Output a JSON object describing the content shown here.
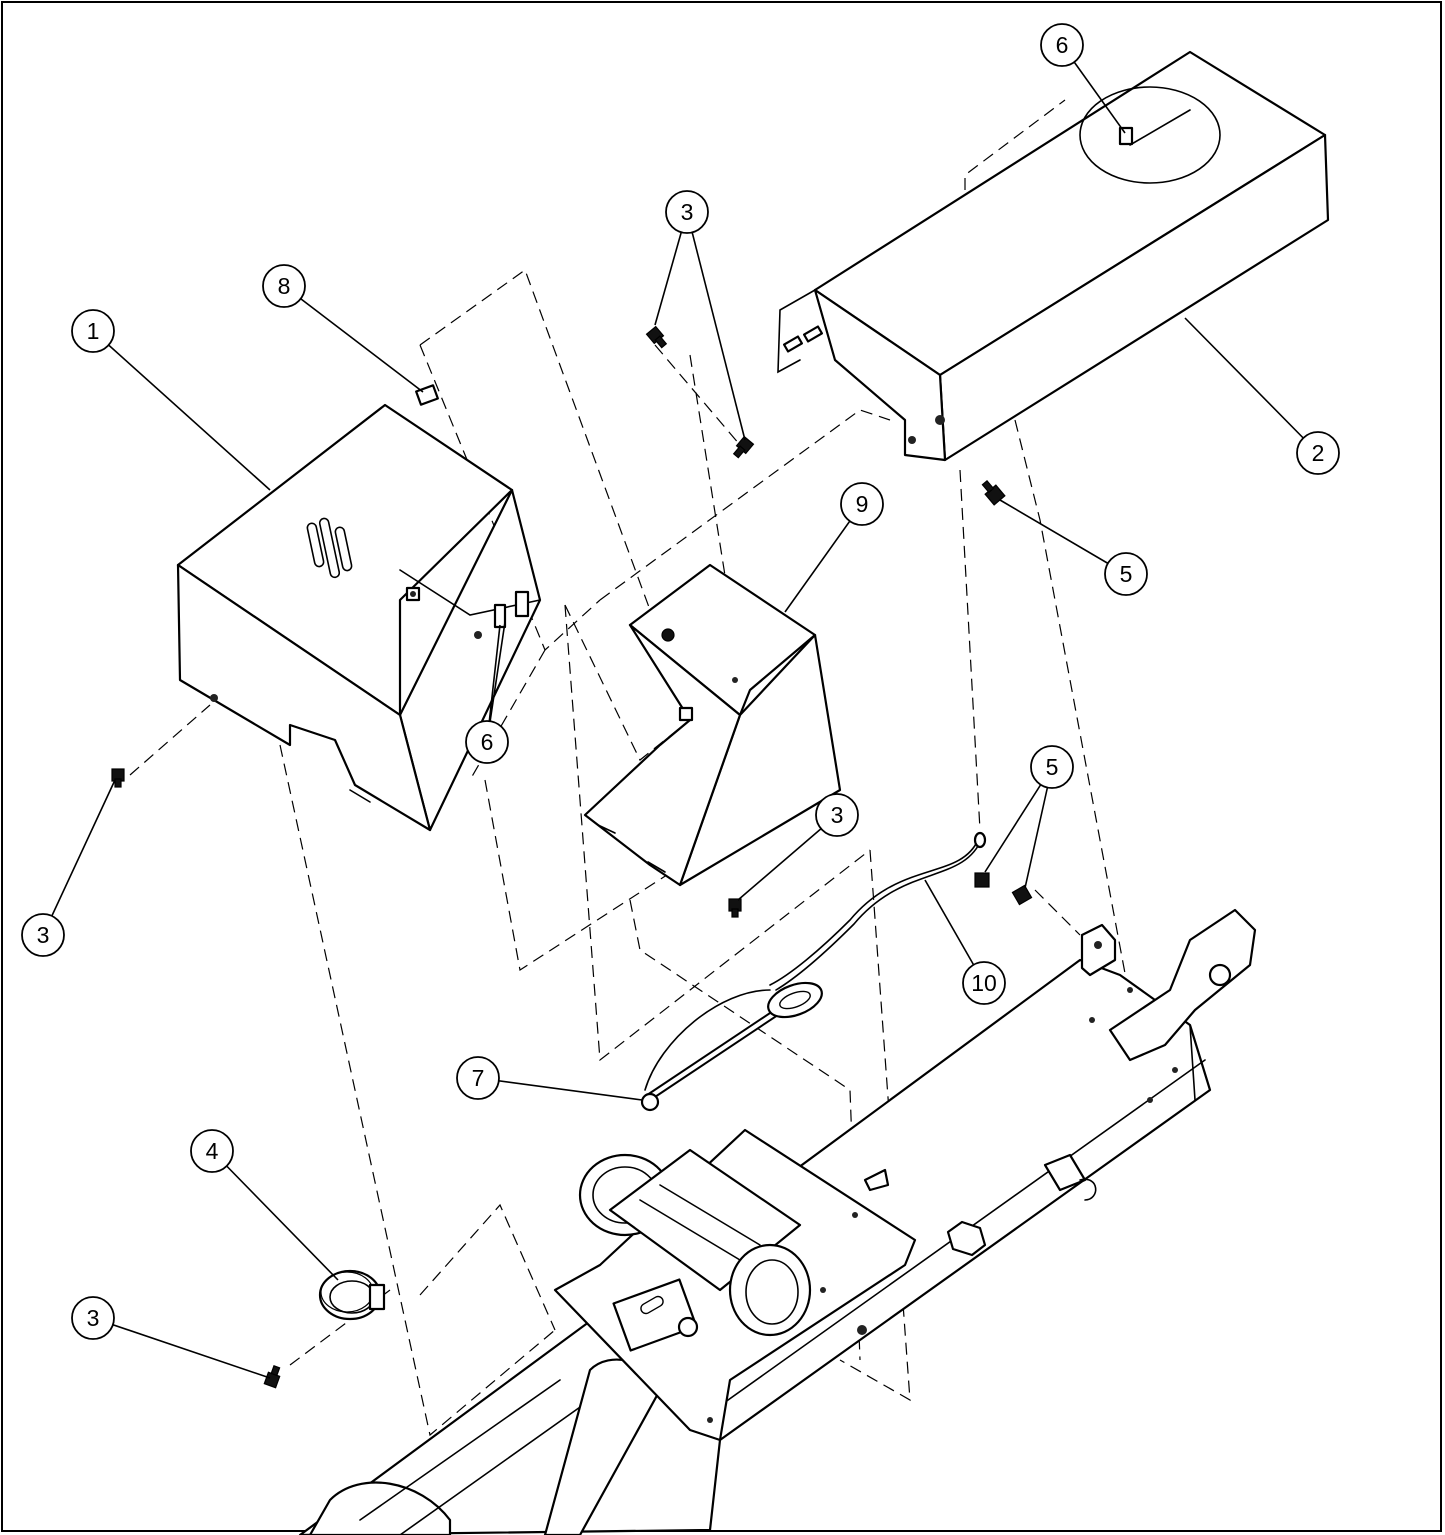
{
  "diagram": {
    "callouts": [
      {
        "label": "1"
      },
      {
        "label": "2"
      },
      {
        "label": "3"
      },
      {
        "label": "3"
      },
      {
        "label": "3"
      },
      {
        "label": "3"
      },
      {
        "label": "4"
      },
      {
        "label": "5"
      },
      {
        "label": "5"
      },
      {
        "label": "6"
      },
      {
        "label": "6"
      },
      {
        "label": "7"
      },
      {
        "label": "8"
      },
      {
        "label": "9"
      },
      {
        "label": "10"
      }
    ]
  }
}
